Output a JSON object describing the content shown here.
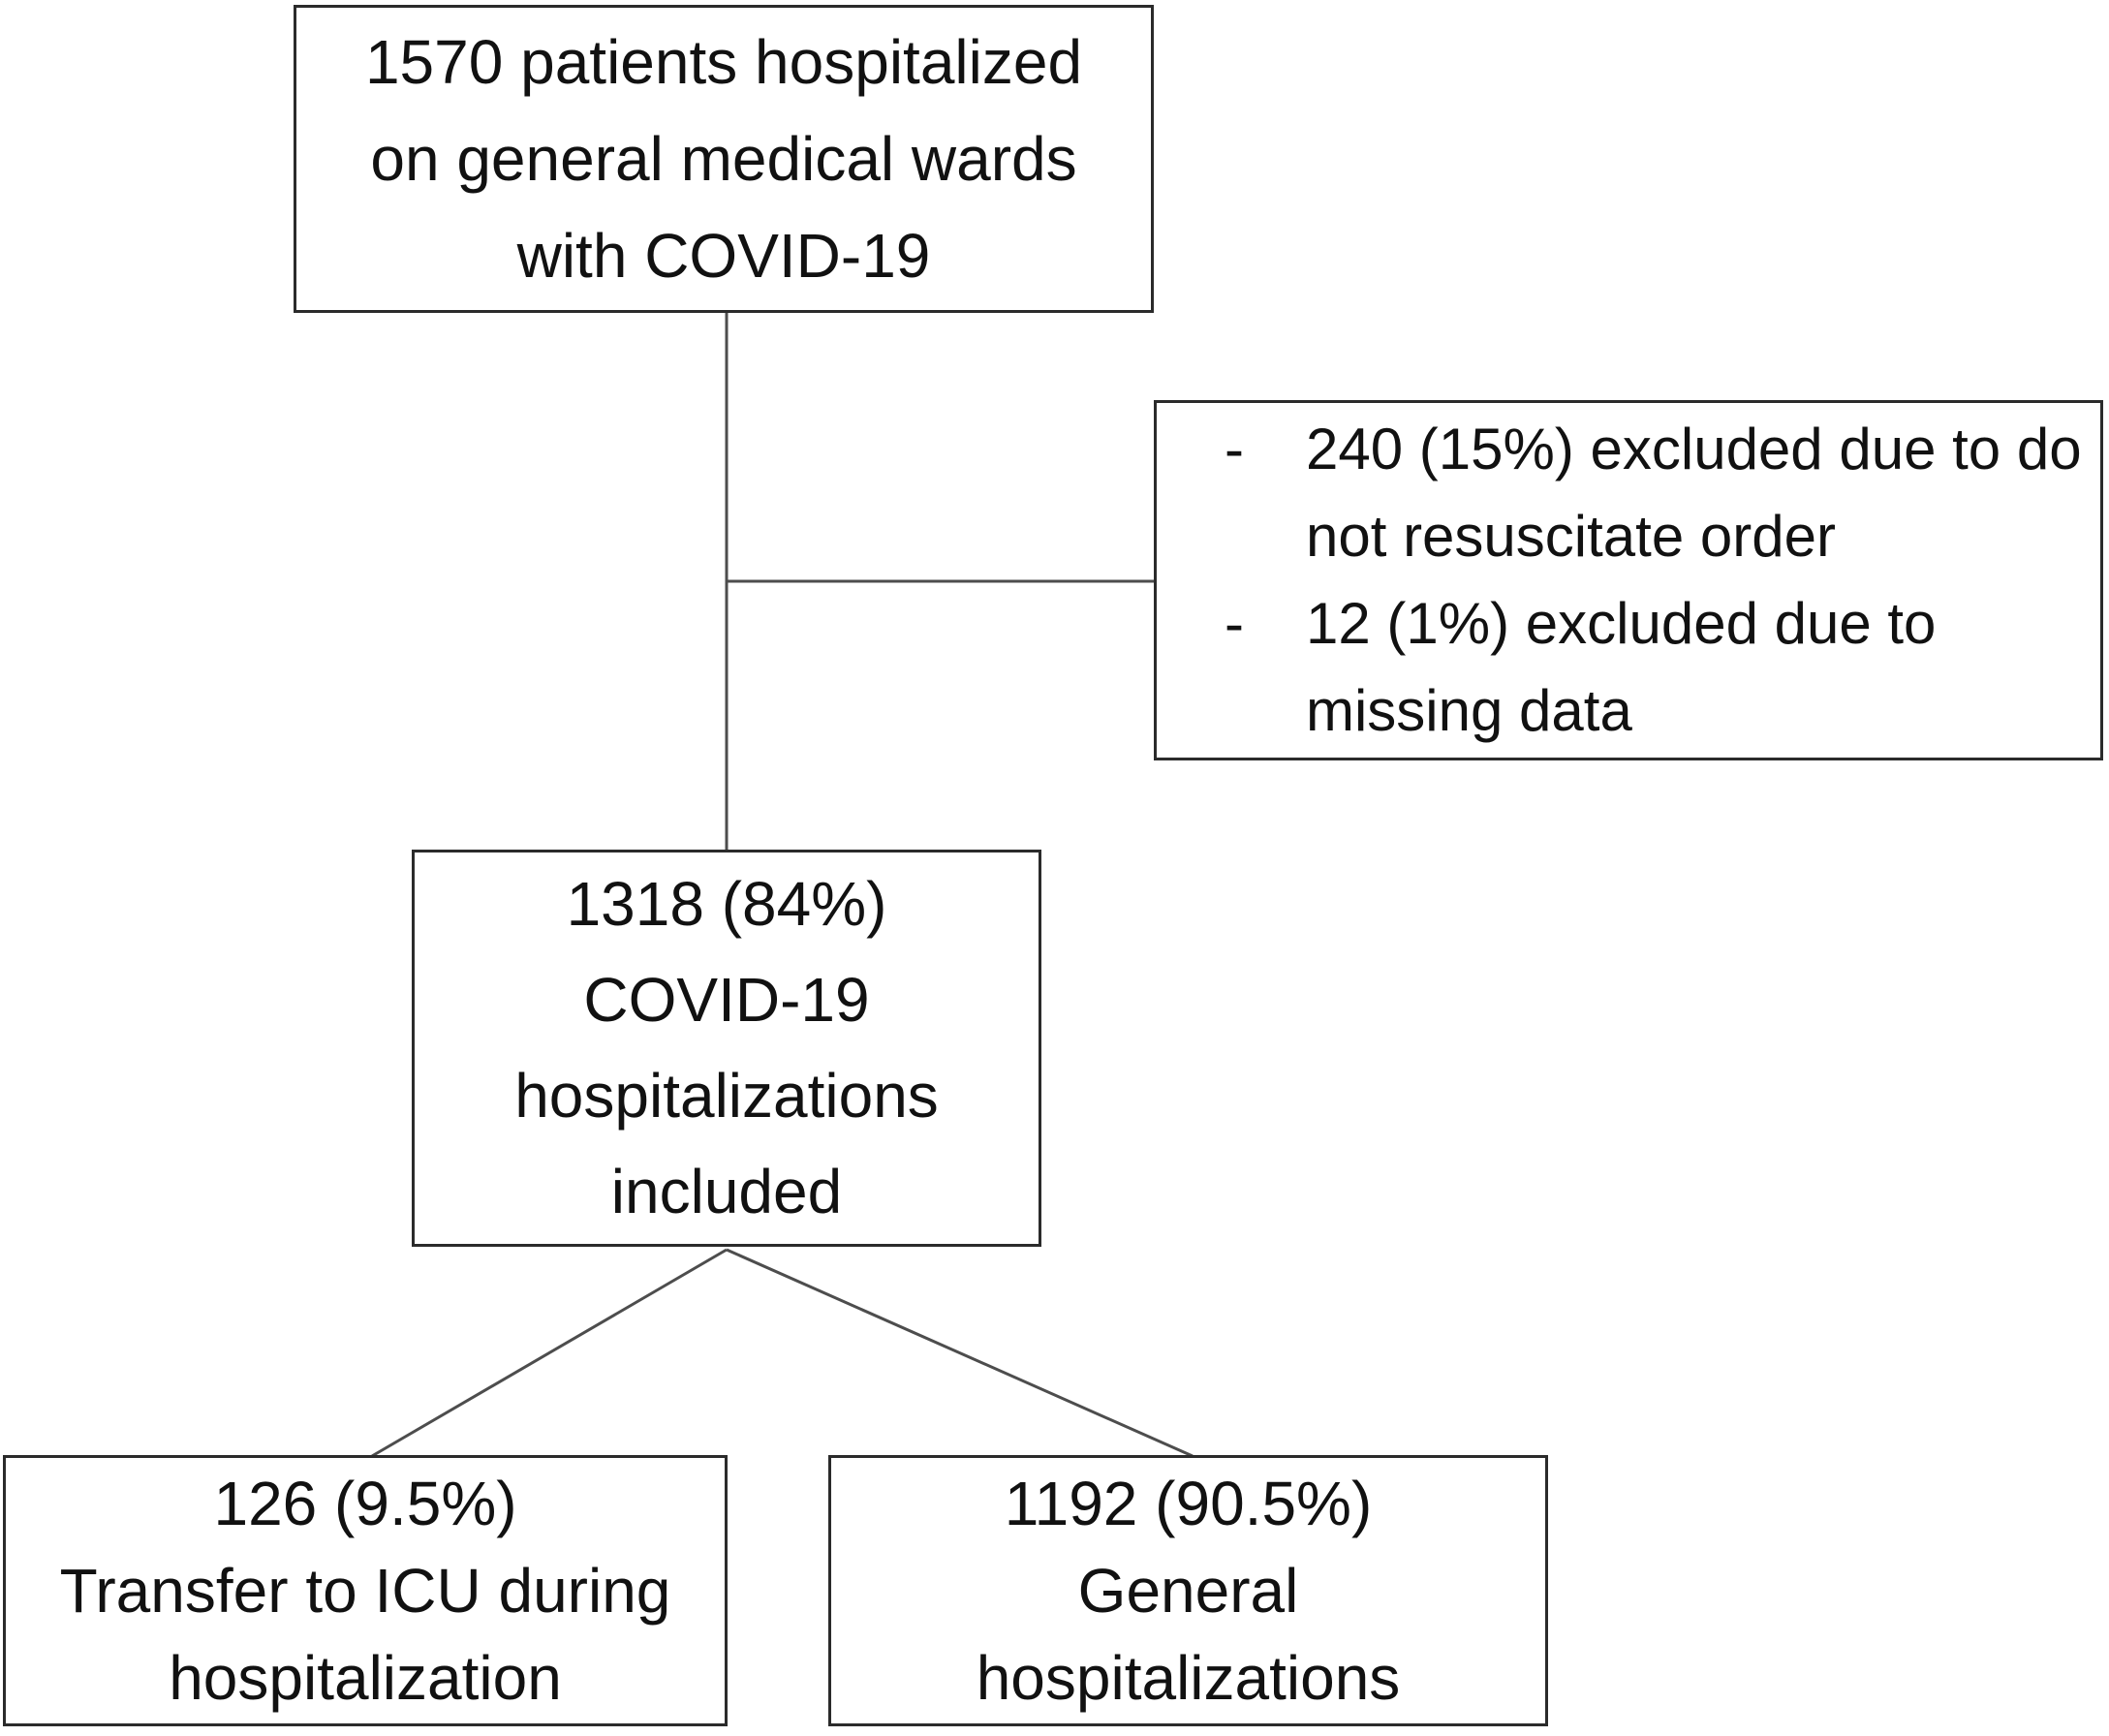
{
  "figure": {
    "colors": {
      "background": "#ffffff",
      "box_border_color": "#2b2b2b",
      "text_color": "#111111",
      "connector_color": "#4d4d4d"
    },
    "nodes": {
      "source": {
        "lines": [
          "1570 patients hospitalized",
          "on general medical wards",
          "with COVID-19"
        ]
      },
      "exclusions": {
        "bullet": "-",
        "items": [
          {
            "lines": [
              "240 (15%) excluded due to do",
              "not resuscitate order"
            ]
          },
          {
            "lines": [
              "12 (1%) excluded due to",
              "missing data"
            ]
          }
        ]
      },
      "included": {
        "lines": [
          "1318 (84%)",
          "COVID-19",
          "hospitalizations",
          "included"
        ]
      },
      "icu_transfer": {
        "lines": [
          "126 (9.5%)",
          "Transfer to ICU during",
          "hospitalization"
        ]
      },
      "general": {
        "lines": [
          "1192 (90.5%)",
          "General",
          "hospitalizations"
        ]
      }
    }
  }
}
